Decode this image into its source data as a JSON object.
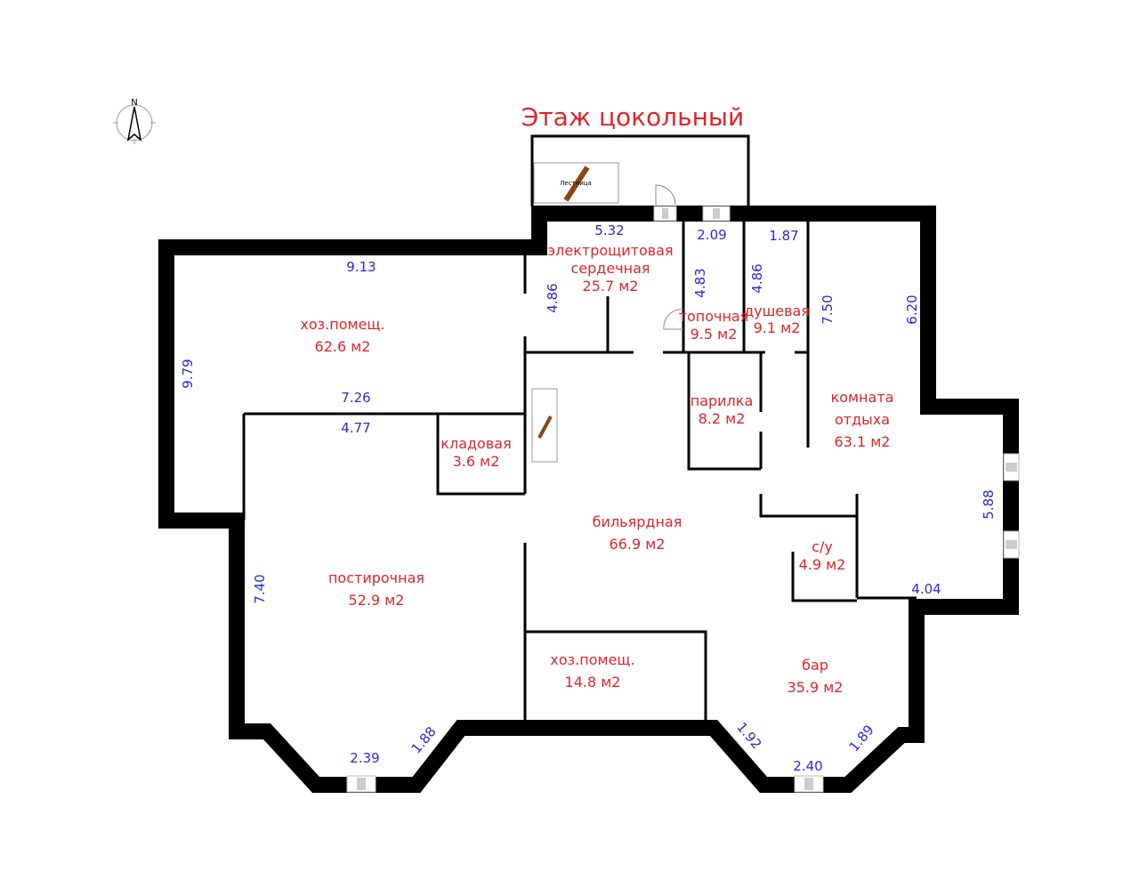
{
  "title": "Этаж цокольный",
  "compass_label": "N",
  "staircase_label": "Лестница",
  "rooms": [
    {
      "name": "хоз.помещ.",
      "area": "62.6 м2"
    },
    {
      "name": "электрощитовая",
      "name2": "сердечная",
      "area": "25.7 м2"
    },
    {
      "name": "топочная",
      "area": "9.5 м2"
    },
    {
      "name": "душевая",
      "area": "9.1 м2"
    },
    {
      "name": "комната",
      "name2": "отдыха",
      "area": "63.1 м2"
    },
    {
      "name": "парилка",
      "area": "8.2 м2"
    },
    {
      "name": "кладовая",
      "area": "3.6 м2"
    },
    {
      "name": "бильярдная",
      "area": "66.9 м2"
    },
    {
      "name": "с/у",
      "area": "4.9 м2"
    },
    {
      "name": "постирочная",
      "area": "52.9 м2"
    },
    {
      "name": "хоз.помещ.",
      "area": "14.8  м2"
    },
    {
      "name": "бар",
      "area": "35.9 м2"
    }
  ],
  "dimensions": [
    "5.32",
    "2.09",
    "1.87",
    "9.13",
    "4.86",
    "4.83",
    "4.86",
    "7.50",
    "6.20",
    "9.79",
    "7.26",
    "4.77",
    "7.40",
    "5.88",
    "4.04",
    "2.39",
    "1.88",
    "1.92",
    "2.40",
    "1.89"
  ]
}
